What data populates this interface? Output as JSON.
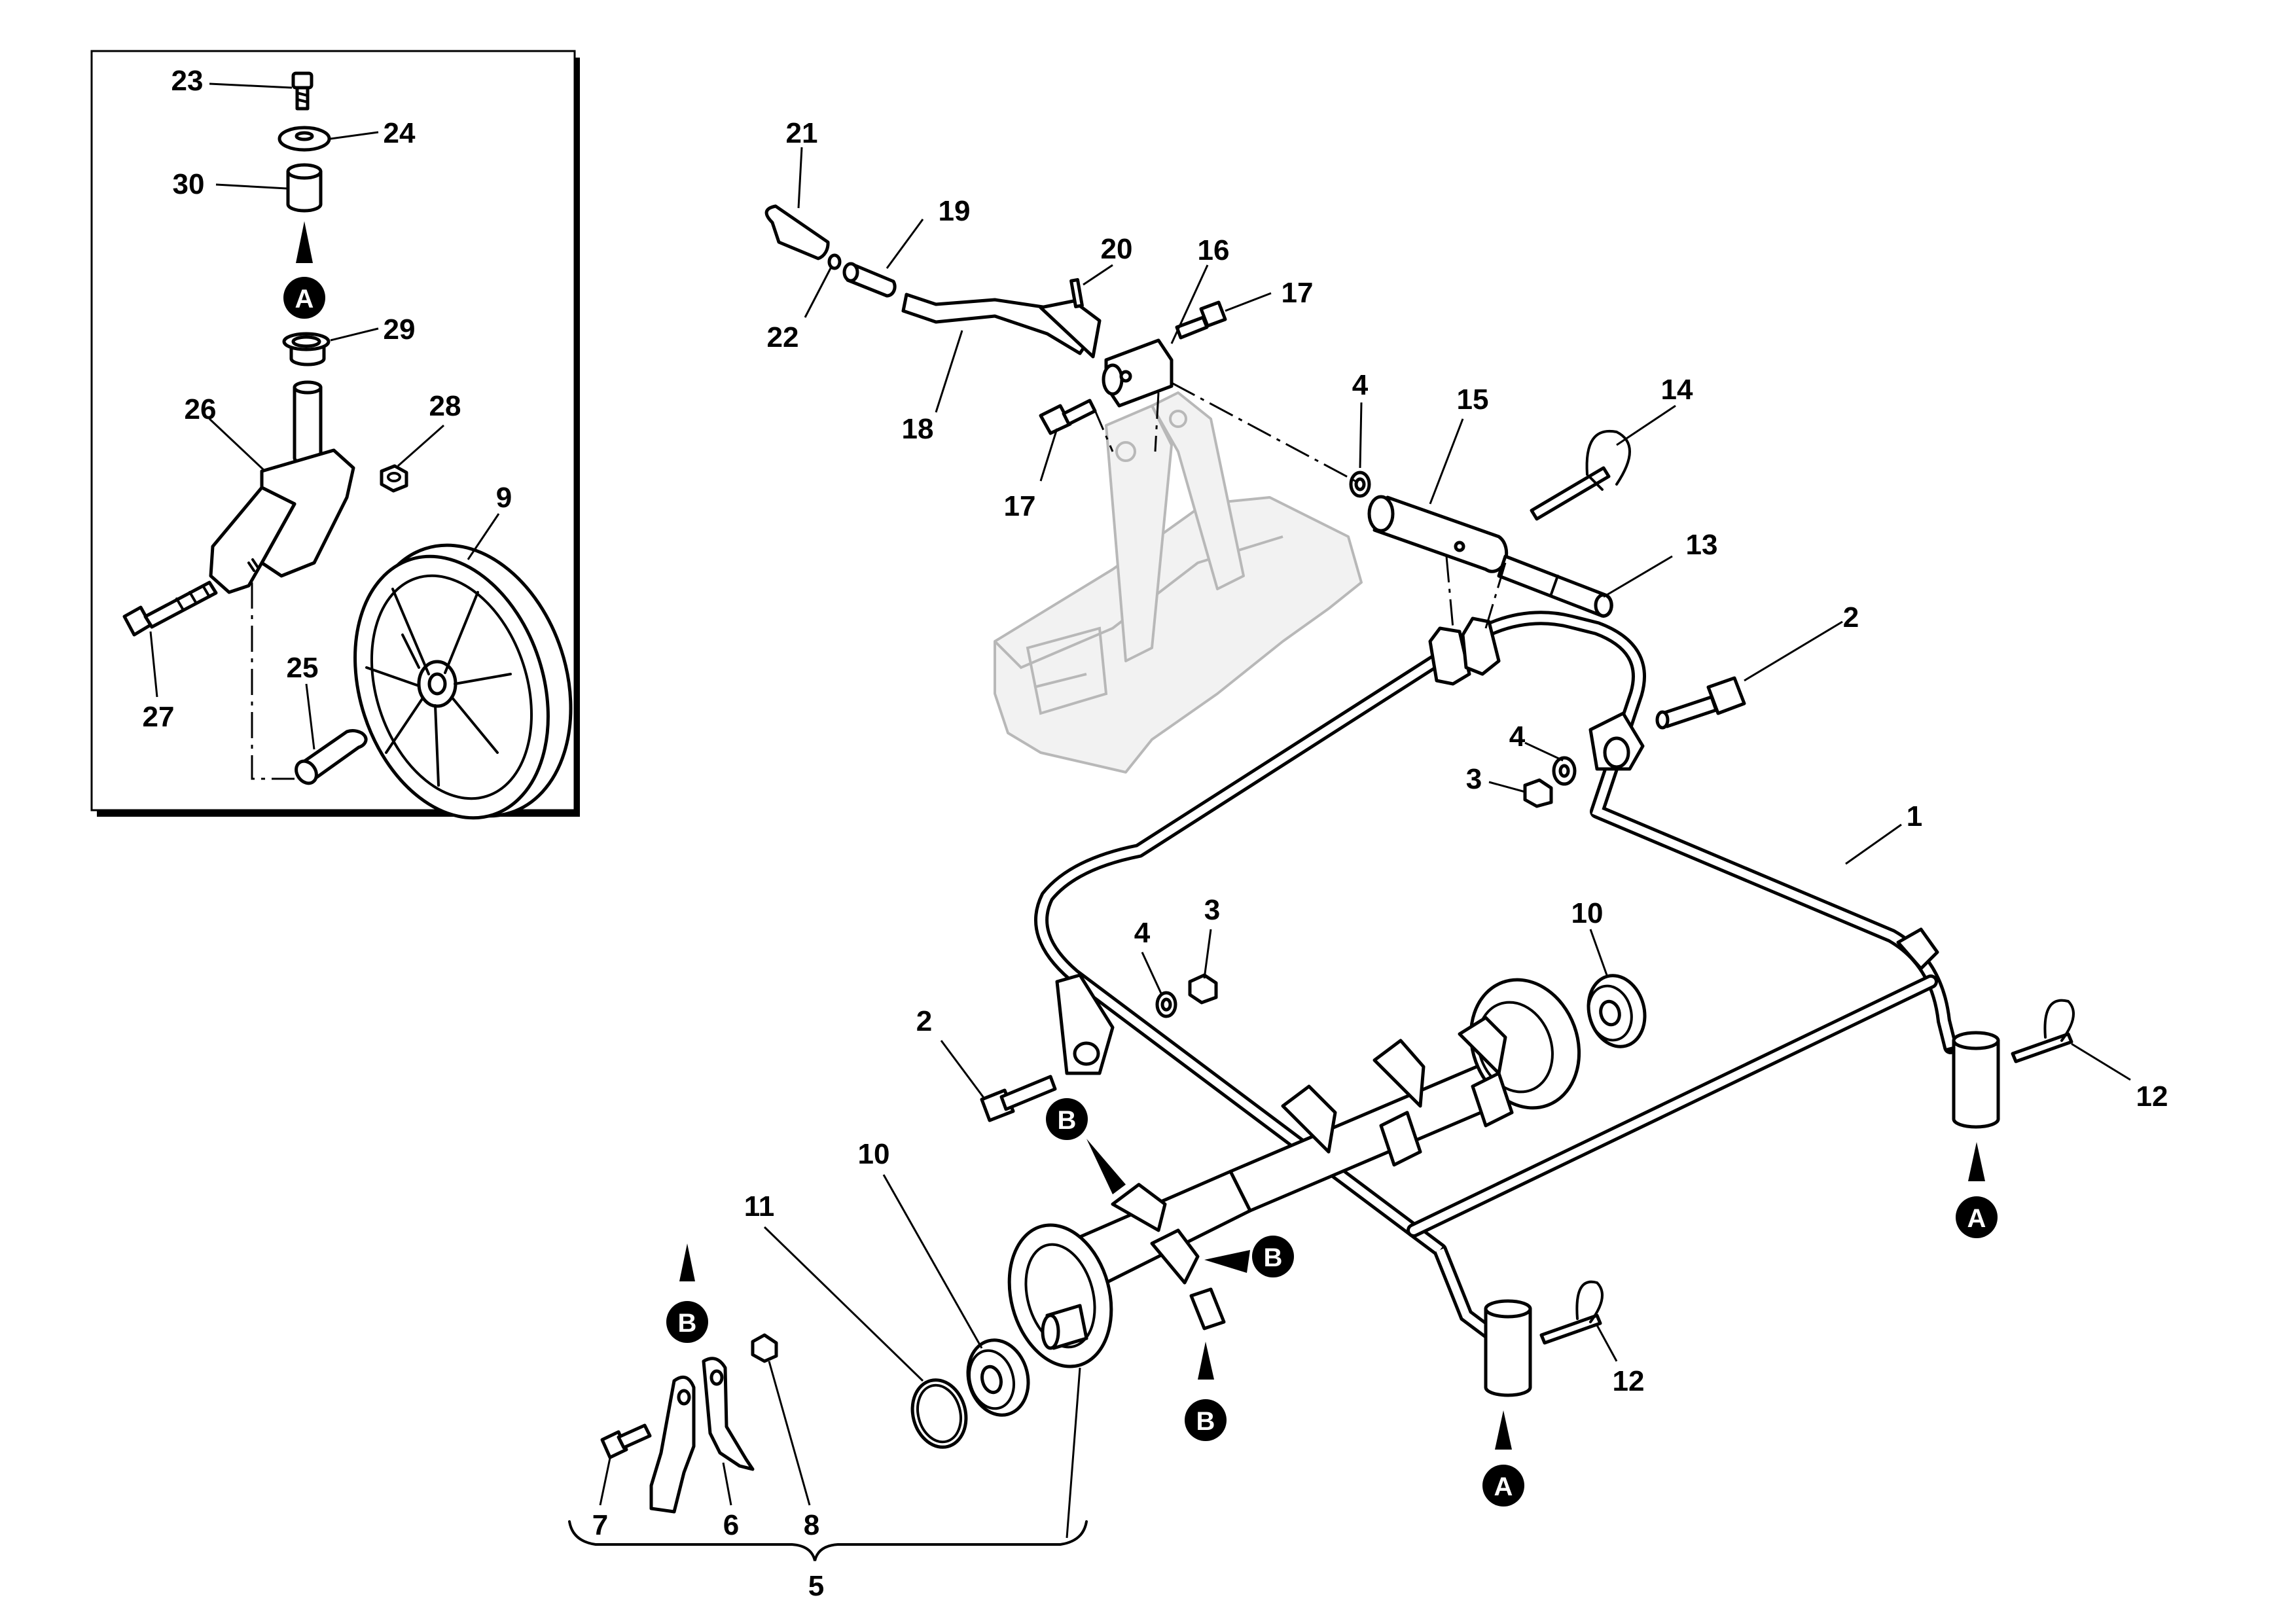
{
  "callouts": {
    "n1": "1",
    "n2a": "2",
    "n2b": "2",
    "n3a": "3",
    "n3b": "3",
    "n4a": "4",
    "n4b": "4",
    "n4c": "4",
    "n5": "5",
    "n6": "6",
    "n7": "7",
    "n8": "8",
    "n9": "9",
    "n10a": "10",
    "n10b": "10",
    "n11": "11",
    "n12a": "12",
    "n12b": "12",
    "n13": "13",
    "n14": "14",
    "n15": "15",
    "n16": "16",
    "n17a": "17",
    "n17b": "17",
    "n18": "18",
    "n19": "19",
    "n20": "20",
    "n21": "21",
    "n22": "22",
    "n23": "23",
    "n24": "24",
    "n25": "25",
    "n26": "26",
    "n27": "27",
    "n28": "28",
    "n29": "29",
    "n30": "30"
  },
  "markers": {
    "a": "A",
    "b": "B"
  }
}
